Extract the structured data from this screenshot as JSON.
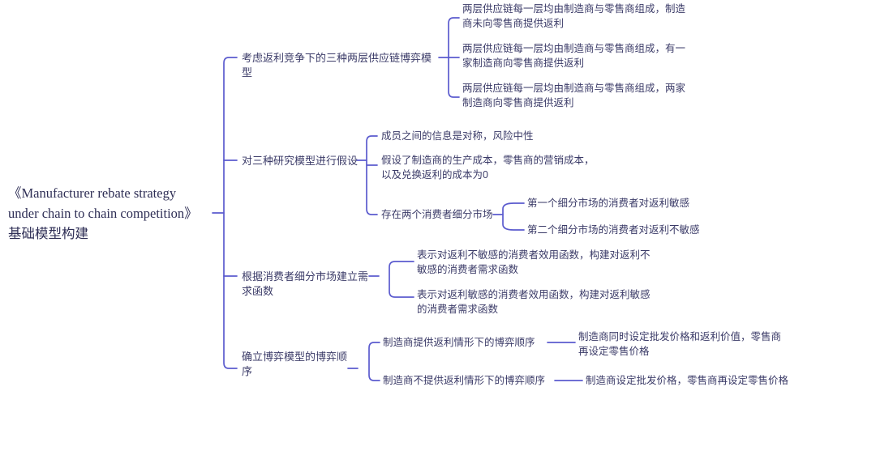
{
  "theme": {
    "background": "#ffffff",
    "connector_color": "#5b5bce",
    "text_color": "#33335c",
    "root_text_color": "#2e2e55"
  },
  "mindmap": {
    "root": {
      "label": "《Manufacturer rebate strategy under chain to chain competition》基础模型构建"
    },
    "branches": [
      {
        "label": "考虑返利竞争下的三种两层供应链博弈模型",
        "children": [
          {
            "label": "两层供应链每一层均由制造商与零售商组成，制造商未向零售商提供返利"
          },
          {
            "label": "两层供应链每一层均由制造商与零售商组成，有一家制造商向零售商提供返利"
          },
          {
            "label": "两层供应链每一层均由制造商与零售商组成，两家制造商向零售商提供返利"
          }
        ]
      },
      {
        "label": "对三种研究模型进行假设",
        "children": [
          {
            "label": "成员之间的信息是对称，风险中性"
          },
          {
            "label": "假设了制造商的生产成本，零售商的营销成本，以及兑换返利的成本为0"
          },
          {
            "label": "存在两个消费者细分市场",
            "children": [
              {
                "label": "第一个细分市场的消费者对返利敏感"
              },
              {
                "label": "第二个细分市场的消费者对返利不敏感"
              }
            ]
          }
        ]
      },
      {
        "label": "根据消费者细分市场建立需求函数",
        "children": [
          {
            "label": "表示对返利不敏感的消费者效用函数，构建对返利不敏感的消费者需求函数"
          },
          {
            "label": "表示对返利敏感的消费者效用函数，构建对返利敏感的消费者需求函数"
          }
        ]
      },
      {
        "label": "确立博弈模型的博弈顺序",
        "children": [
          {
            "label": "制造商提供返利情形下的博弈顺序",
            "children": [
              {
                "label": "制造商同时设定批发价格和返利价值，零售商再设定零售价格"
              }
            ]
          },
          {
            "label": "制造商不提供返利情形下的博弈顺序",
            "children": [
              {
                "label": "制造商设定批发价格，零售商再设定零售价格"
              }
            ]
          }
        ]
      }
    ]
  }
}
